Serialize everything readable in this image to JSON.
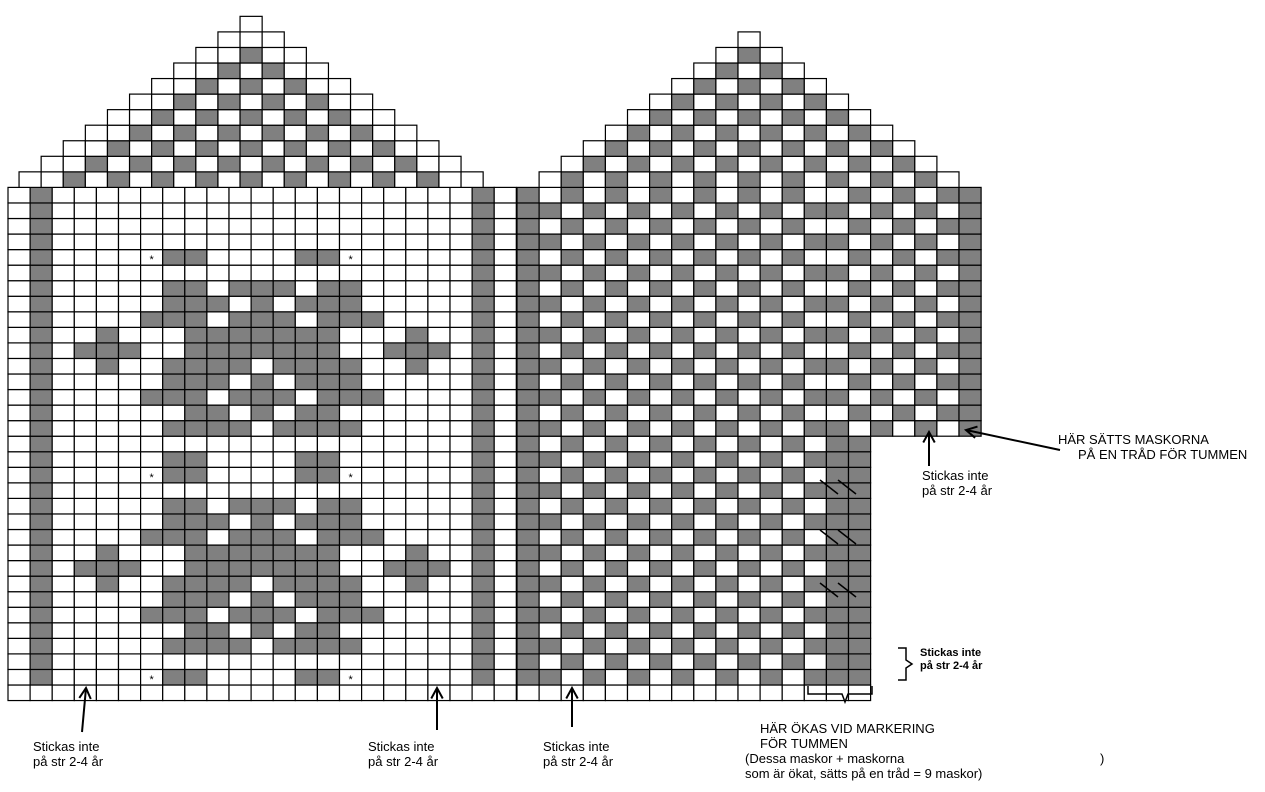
{
  "labels": {
    "bottom_1": [
      "Stickas inte",
      "på str 2-4 år"
    ],
    "bottom_2": [
      "Stickas inte",
      "på str 2-4 år"
    ],
    "bottom_3": [
      "Stickas inte",
      "på str 2-4 år"
    ],
    "thumb_cast": [
      "HÄR SÄTTS MASKORNA",
      "PÅ EN TRÅD FÖR TUMMEN"
    ],
    "thumb_edge": [
      "Stickas inte",
      "på str 2-4 år"
    ],
    "right_rows": [
      "Stickas inte",
      "på str 2-4 år"
    ],
    "marking": [
      "HÄR ÖKAS VID MARKERING",
      "FÖR TUMMEN",
      "(Dessa maskor + maskorna",
      "som är ökat, sätts på en tråd = 9 maskor)",
      ")"
    ]
  },
  "chart_data": {
    "type": "knitting-chart",
    "colors": {
      "dark": "#808080",
      "light": "#ffffff",
      "grid": "#000000"
    },
    "symbols": {
      "star": "*"
    }
  }
}
